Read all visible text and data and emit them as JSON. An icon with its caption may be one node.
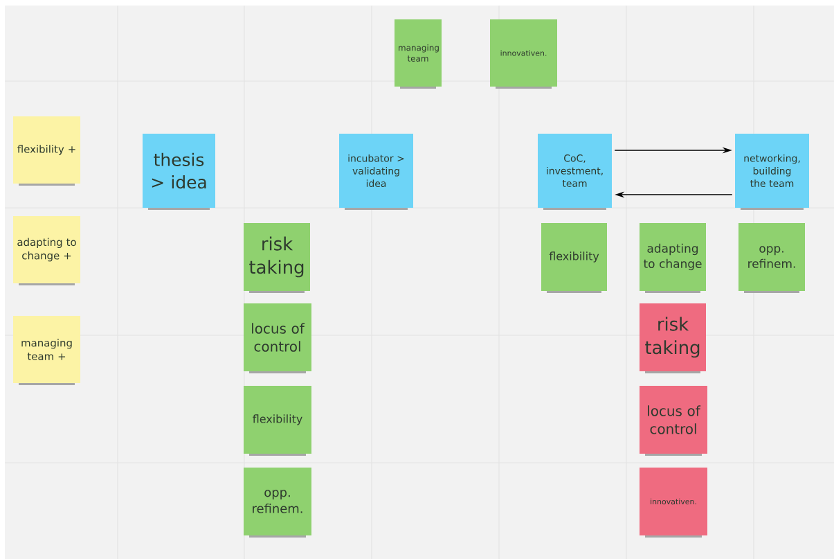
{
  "diagram": {
    "nodes": [
      {
        "text": [
          "managing team"
        ]
      },
      {
        "text": [
          "innovativen."
        ]
      },
      {
        "text": [
          "flexibility +"
        ]
      },
      {
        "text": [
          "thesis > idea"
        ]
      },
      {
        "text": [
          "incubator > validating idea"
        ]
      },
      {
        "text": [
          "CoC, investment, team"
        ]
      },
      {
        "text": [
          "networking, building the team"
        ]
      },
      {
        "text": [
          "adapting to change +"
        ]
      },
      {
        "text": [
          "risk taking"
        ]
      },
      {
        "text": [
          "flexibility"
        ]
      },
      {
        "text": [
          "adapting to change"
        ]
      },
      {
        "text": [
          "opp. refinem."
        ]
      },
      {
        "text": [
          "locus of control"
        ]
      },
      {
        "text": [
          "risk taking"
        ]
      },
      {
        "text": [
          "managing team +"
        ]
      },
      {
        "text": [
          "flexibility"
        ]
      },
      {
        "text": [
          "locus of control"
        ]
      },
      {
        "text": [
          "opp. refinem."
        ]
      },
      {
        "text": [
          "innovativen."
        ]
      }
    ],
    "edges": [
      {
        "from": 5,
        "to": 6,
        "arrow": "to"
      },
      {
        "from": 6,
        "to": 5,
        "arrow": "to"
      }
    ]
  }
}
